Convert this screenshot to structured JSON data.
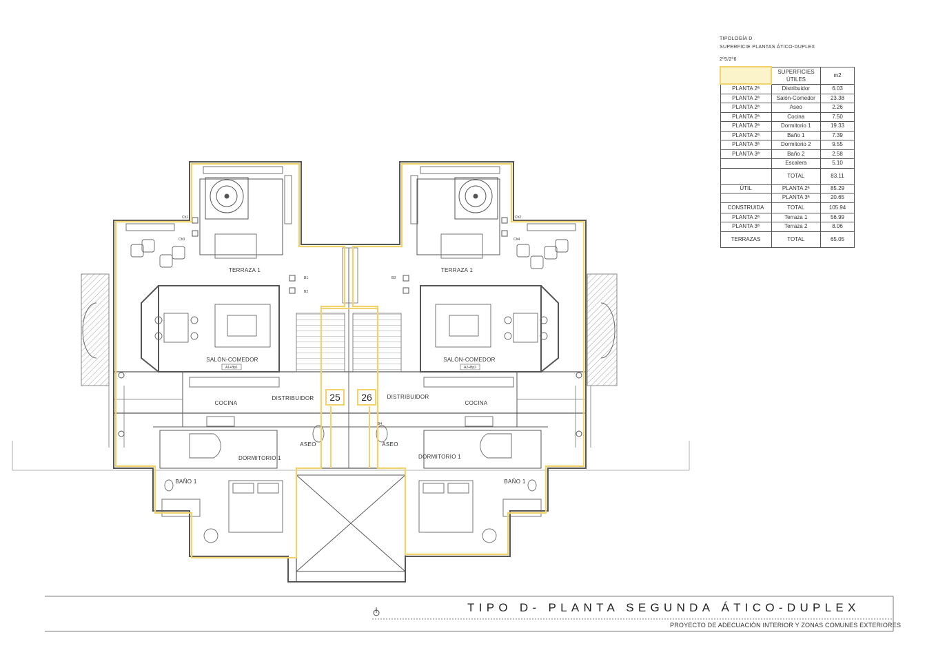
{
  "header": {
    "line1": "TIPOLOGÍA D",
    "line2": "SUPERFICIE PLANTAS ÁTICO-DUPLEX",
    "line3": "2º5/2º6"
  },
  "table": {
    "head": [
      "",
      "SUPERFICIES ÚTILES",
      "m2"
    ],
    "rows": [
      [
        "PLANTA 2ª",
        "Distribuidor",
        "6.03"
      ],
      [
        "PLANTA 2ª",
        "Salón-Comedor",
        "23.38"
      ],
      [
        "PLANTA 2ª",
        "Aseo",
        "2.26"
      ],
      [
        "PLANTA 2ª",
        "Cocina",
        "7.50"
      ],
      [
        "PLANTA 2ª",
        "Dormitorio 1",
        "19.33"
      ],
      [
        "PLANTA 2ª",
        "Baño 1",
        "7.39"
      ],
      [
        "PLANTA 3ª",
        "Dormitorio 2",
        "9.55"
      ],
      [
        "PLANTA 3ª",
        "Baño 2",
        "2.58"
      ],
      [
        "",
        "Escalera",
        "5.10"
      ],
      [
        "",
        "TOTAL",
        "83.11"
      ],
      [
        "ÚTIL",
        "PLANTA 2ª",
        "85.29"
      ],
      [
        "",
        "PLANTA 3ª",
        "20.65"
      ],
      [
        "CONSTRUIDA",
        "TOTAL",
        "105.94"
      ],
      [
        "PLANTA 2ª",
        "Terraza 1",
        "56.99"
      ],
      [
        "PLANTA 3ª",
        "Terraza 2",
        "8.06"
      ],
      [
        "TERRAZAS",
        "TOTAL",
        "65.05"
      ]
    ]
  },
  "plan_labels": {
    "terraza_left": "TERRAZA 1",
    "terraza_right": "TERRAZA 1",
    "salon_left": "SALÓN-COMEDOR",
    "salon_right": "SALÓN-COMEDOR",
    "cocina_left": "COCINA",
    "cocina_right": "COCINA",
    "distribuidor_left": "DISTRIBUIDOR",
    "distribuidor_right": "DISTRIBUIDOR",
    "dormitorio_left": "DORMITORIO 1",
    "dormitorio_right": "DORMITORIO 1",
    "bano_left": "BAÑO 1",
    "bano_right": "BAÑO 1",
    "aseo_left": "ASEO",
    "aseo_right": "ASEO",
    "unit_left": "25",
    "unit_right": "26",
    "tag_left": "A1+Bp1",
    "tag_right": "A2+Bp2",
    "ch_1": "Ch1",
    "ch_2": "Ch2",
    "ch_3": "Ch3",
    "ch_4": "Ch4",
    "b_1": "B1",
    "b_2": "B2",
    "b_3": "B3",
    "b_4": "B4"
  },
  "footer": {
    "title": "TIPO D- PLANTA SEGUNDA ÁTICO-DUPLEX",
    "subtitle": "PROYECTO DE ADECUACIÓN INTERIOR Y ZONAS COMUNES EXTERIORES"
  },
  "colors": {
    "highlight": "#f2d36b",
    "wall": "#555555"
  }
}
